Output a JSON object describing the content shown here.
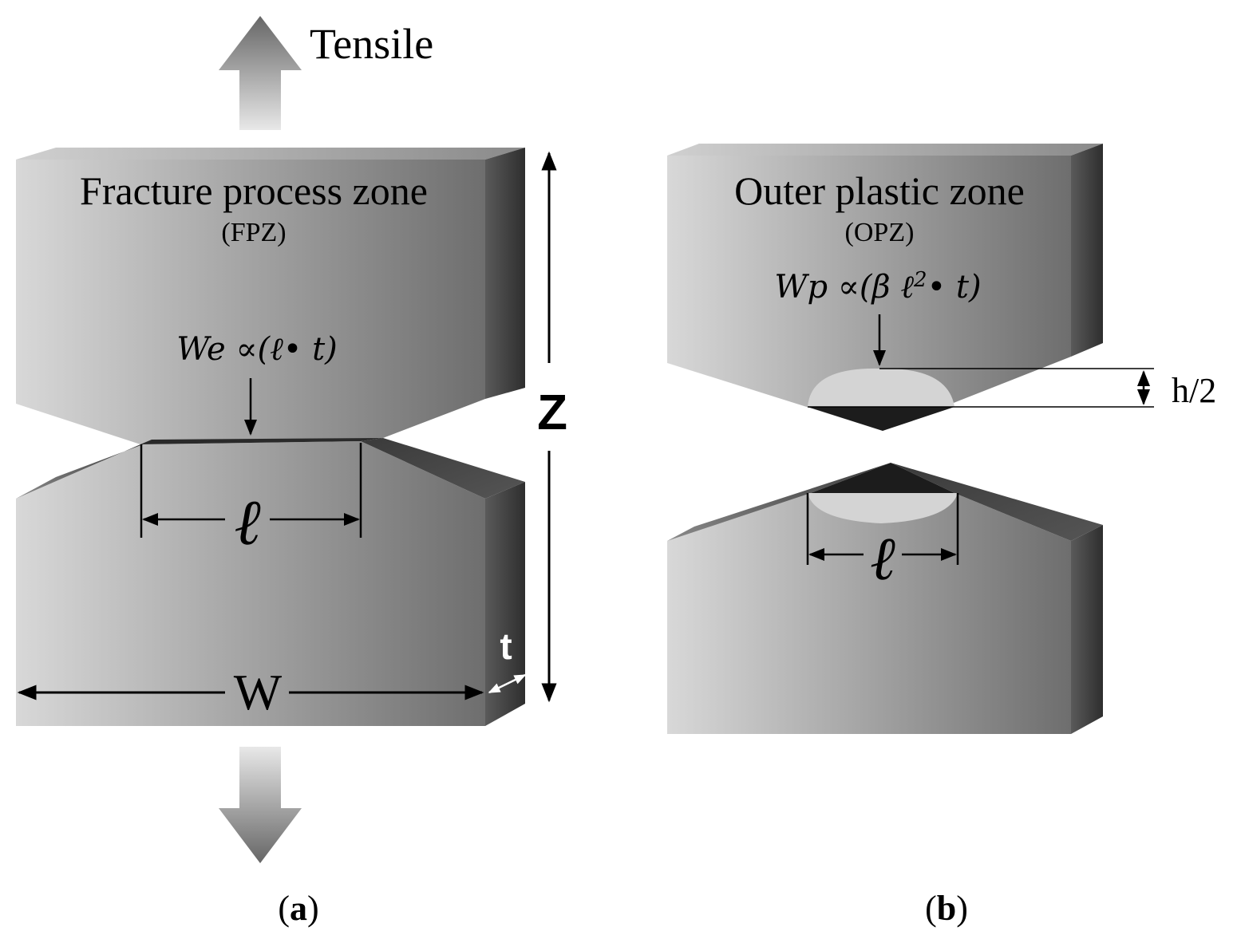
{
  "panel_a": {
    "tensile_label": "Tensile",
    "zone_title": "Fracture process zone",
    "zone_abbrev": "(FPZ)",
    "work_term_prefix": "We ∝(",
    "work_term_l": "ℓ",
    "work_term_dot": "•",
    "work_term_suffix": " t)",
    "ligament_label": "ℓ",
    "width_label": "W",
    "thickness_label": "t",
    "height_label": "Z",
    "caption_open": "(",
    "caption_letter": "a",
    "caption_close": ")"
  },
  "panel_b": {
    "zone_title": "Outer plastic zone",
    "zone_abbrev": "(OPZ)",
    "work_term_prefix": "Wp ∝(β ",
    "work_term_l": "ℓ",
    "work_term_exp": "2",
    "work_term_suffix": "• t)",
    "half_height_label": "h/2",
    "ligament_label": "ℓ",
    "caption_open": "(",
    "caption_letter": "b",
    "caption_close": ")"
  },
  "colors": {
    "front_light": "#d8d8d8",
    "front_dark": "#6a6a6a",
    "side_face": "#3a3a3a",
    "top_face": "#b8b8b8",
    "plastic_zone": "#d4d4d4",
    "fracture_face": "#1e1e1e",
    "arrow_dark": "#6a6a6a",
    "arrow_light": "#e0e0e0",
    "ink": "#000000"
  },
  "icons": {
    "tension_up": "arrow-up-icon",
    "tension_down": "arrow-down-icon"
  }
}
